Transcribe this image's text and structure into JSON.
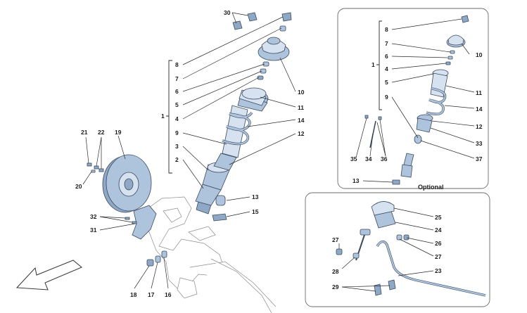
{
  "main": {
    "labels": {
      "n30": "30",
      "n8": "8",
      "n7": "7",
      "n6": "6",
      "n5": "5",
      "n4": "4",
      "n1": "1",
      "n9": "9",
      "n3": "3",
      "n2": "2",
      "n10": "10",
      "n11": "11",
      "n14": "14",
      "n12": "12",
      "n13": "13",
      "n15": "15",
      "n21": "21",
      "n22": "22",
      "n19": "19",
      "n20": "20",
      "n32": "32",
      "n31": "31",
      "n18": "18",
      "n17": "17",
      "n16": "16"
    }
  },
  "optional_box": {
    "caption": "Optional",
    "labels": {
      "n8": "8",
      "n7": "7",
      "n6": "6",
      "n1": "1",
      "n4": "4",
      "n5": "5",
      "n9": "9",
      "n10": "10",
      "n11": "11",
      "n14": "14",
      "n12": "12",
      "n33": "33",
      "n35": "35",
      "n34": "34",
      "n36": "36",
      "n37": "37",
      "n13": "13"
    }
  },
  "stabilizer_box": {
    "labels": {
      "n25": "25",
      "n24": "24",
      "n26": "26",
      "n27a": "27",
      "n27b": "27",
      "n28": "28",
      "n23": "23",
      "n29": "29"
    }
  },
  "icons": {
    "direction_arrow": "front-direction-arrow-icon"
  }
}
